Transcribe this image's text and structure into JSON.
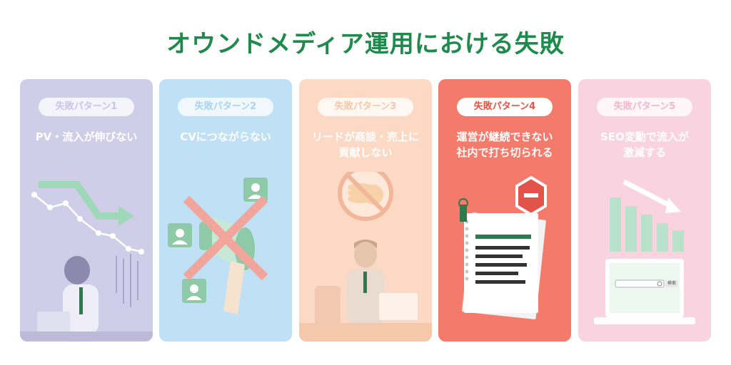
{
  "title": "オウンドメディア運用における失敗",
  "cards": [
    {
      "label": "失敗パターン1",
      "desc": "PV・流入が伸びない"
    },
    {
      "label": "失敗パターン2",
      "desc": "CVにつながらない"
    },
    {
      "label": "失敗パターン3",
      "desc": "リードが商談・売上に\n貢献しない"
    },
    {
      "label": "失敗パターン4",
      "desc": "運営が継続できない\n社内で打ち切られる"
    },
    {
      "label": "失敗パターン5",
      "desc": "SEO変動で流入が\n激減する"
    }
  ],
  "search_label": "検索",
  "colors": {
    "title": "#1f8a4c",
    "card1": "#cfcde8",
    "card2": "#bfe0f5",
    "card3": "#fbd9c4",
    "card4": "#f47b6b",
    "card5": "#f9d4e0",
    "accent_green": "#2d7a4f"
  }
}
